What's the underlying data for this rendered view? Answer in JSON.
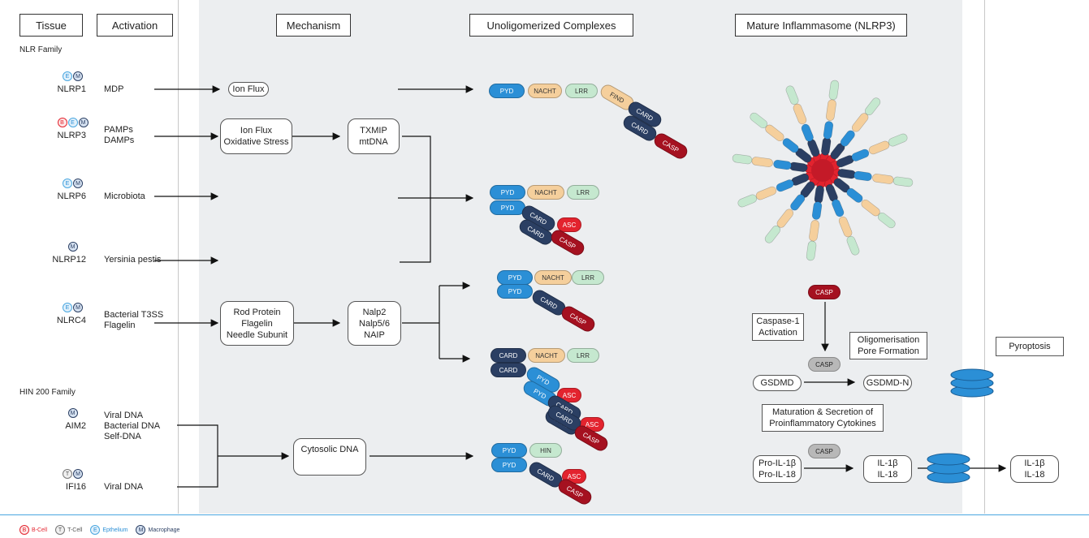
{
  "headers": {
    "tissue": "Tissue",
    "activation": "Activation",
    "mechanism": "Mechanism",
    "unoligomerized": "Unoligomerized Complexes",
    "mature": "Mature Inflammasome (NLRP3)"
  },
  "sections": {
    "nlr": "NLR Family",
    "hin": "HIN 200 Family"
  },
  "rows": [
    {
      "name": "NLRP1",
      "cells": [
        "E",
        "M"
      ],
      "activation": "MDP"
    },
    {
      "name": "NLRP3",
      "cells": [
        "B",
        "E",
        "M"
      ],
      "activation": "PAMPs\nDAMPs"
    },
    {
      "name": "NLRP6",
      "cells": [
        "E",
        "M"
      ],
      "activation": "Microbiota"
    },
    {
      "name": "NLRP12",
      "cells": [
        "M"
      ],
      "activation": "Yersinia pestis"
    },
    {
      "name": "NLRC4",
      "cells": [
        "E",
        "M"
      ],
      "activation": "Bacterial T3SS\nFlagelin"
    },
    {
      "name": "AIM2",
      "cells": [
        "M"
      ],
      "activation": "Viral DNA\nBacterial DNA\nSelf-DNA"
    },
    {
      "name": "IFI16",
      "cells": [
        "T",
        "M"
      ],
      "activation": "Viral DNA"
    }
  ],
  "mechanism": {
    "ion_flux": "Ion Flux",
    "ion_flux_stress": "Ion Flux\nOxidative Stress",
    "txmip": "TXMIP\nmtDNA",
    "rod": "Rod Protein\nFlagelin\nNeedle Subunit",
    "nalp": "Nalp2\nNalp5/6\nNAIP",
    "cytosolic": "Cytosolic DNA"
  },
  "domains": {
    "pyd": "PYD",
    "nacht": "NACHT",
    "lrr": "LRR",
    "find": "FIND",
    "card": "CARD",
    "asc": "ASC",
    "casp": "CASP",
    "hin": "HIN"
  },
  "right": {
    "casp": "CASP",
    "caspase_activation": "Caspase-1\nActivation",
    "oligomerisation": "Oligomerisation\nPore Formation",
    "gsdmd": "GSDMD",
    "gsdmd_n": "GSDMD-N",
    "pyroptosis": "Pyroptosis",
    "maturation": "Maturation & Secretion of\nProinflammatory Cytokines",
    "pro_il": "Pro-IL-1β\nPro-IL-18",
    "il": "IL-1β\nIL-18",
    "il_out": "IL-1β\nIL-18"
  },
  "legend": [
    {
      "code": "B",
      "label": "B-Cell",
      "color": "#e3232e"
    },
    {
      "code": "T",
      "label": "T-Cell",
      "color": "#555555"
    },
    {
      "code": "E",
      "label": "Epthelium",
      "color": "#2b8fd6"
    },
    {
      "code": "M",
      "label": "Macrophage",
      "color": "#2b3f63"
    }
  ],
  "colors": {
    "panel_bg": "#eceef0",
    "pyd": "#2b8fd6",
    "nacht": "#f5cf9c",
    "lrr": "#c5e8cf",
    "card": "#2b3f63",
    "asc": "#e3232e",
    "casp": "#a51120"
  }
}
